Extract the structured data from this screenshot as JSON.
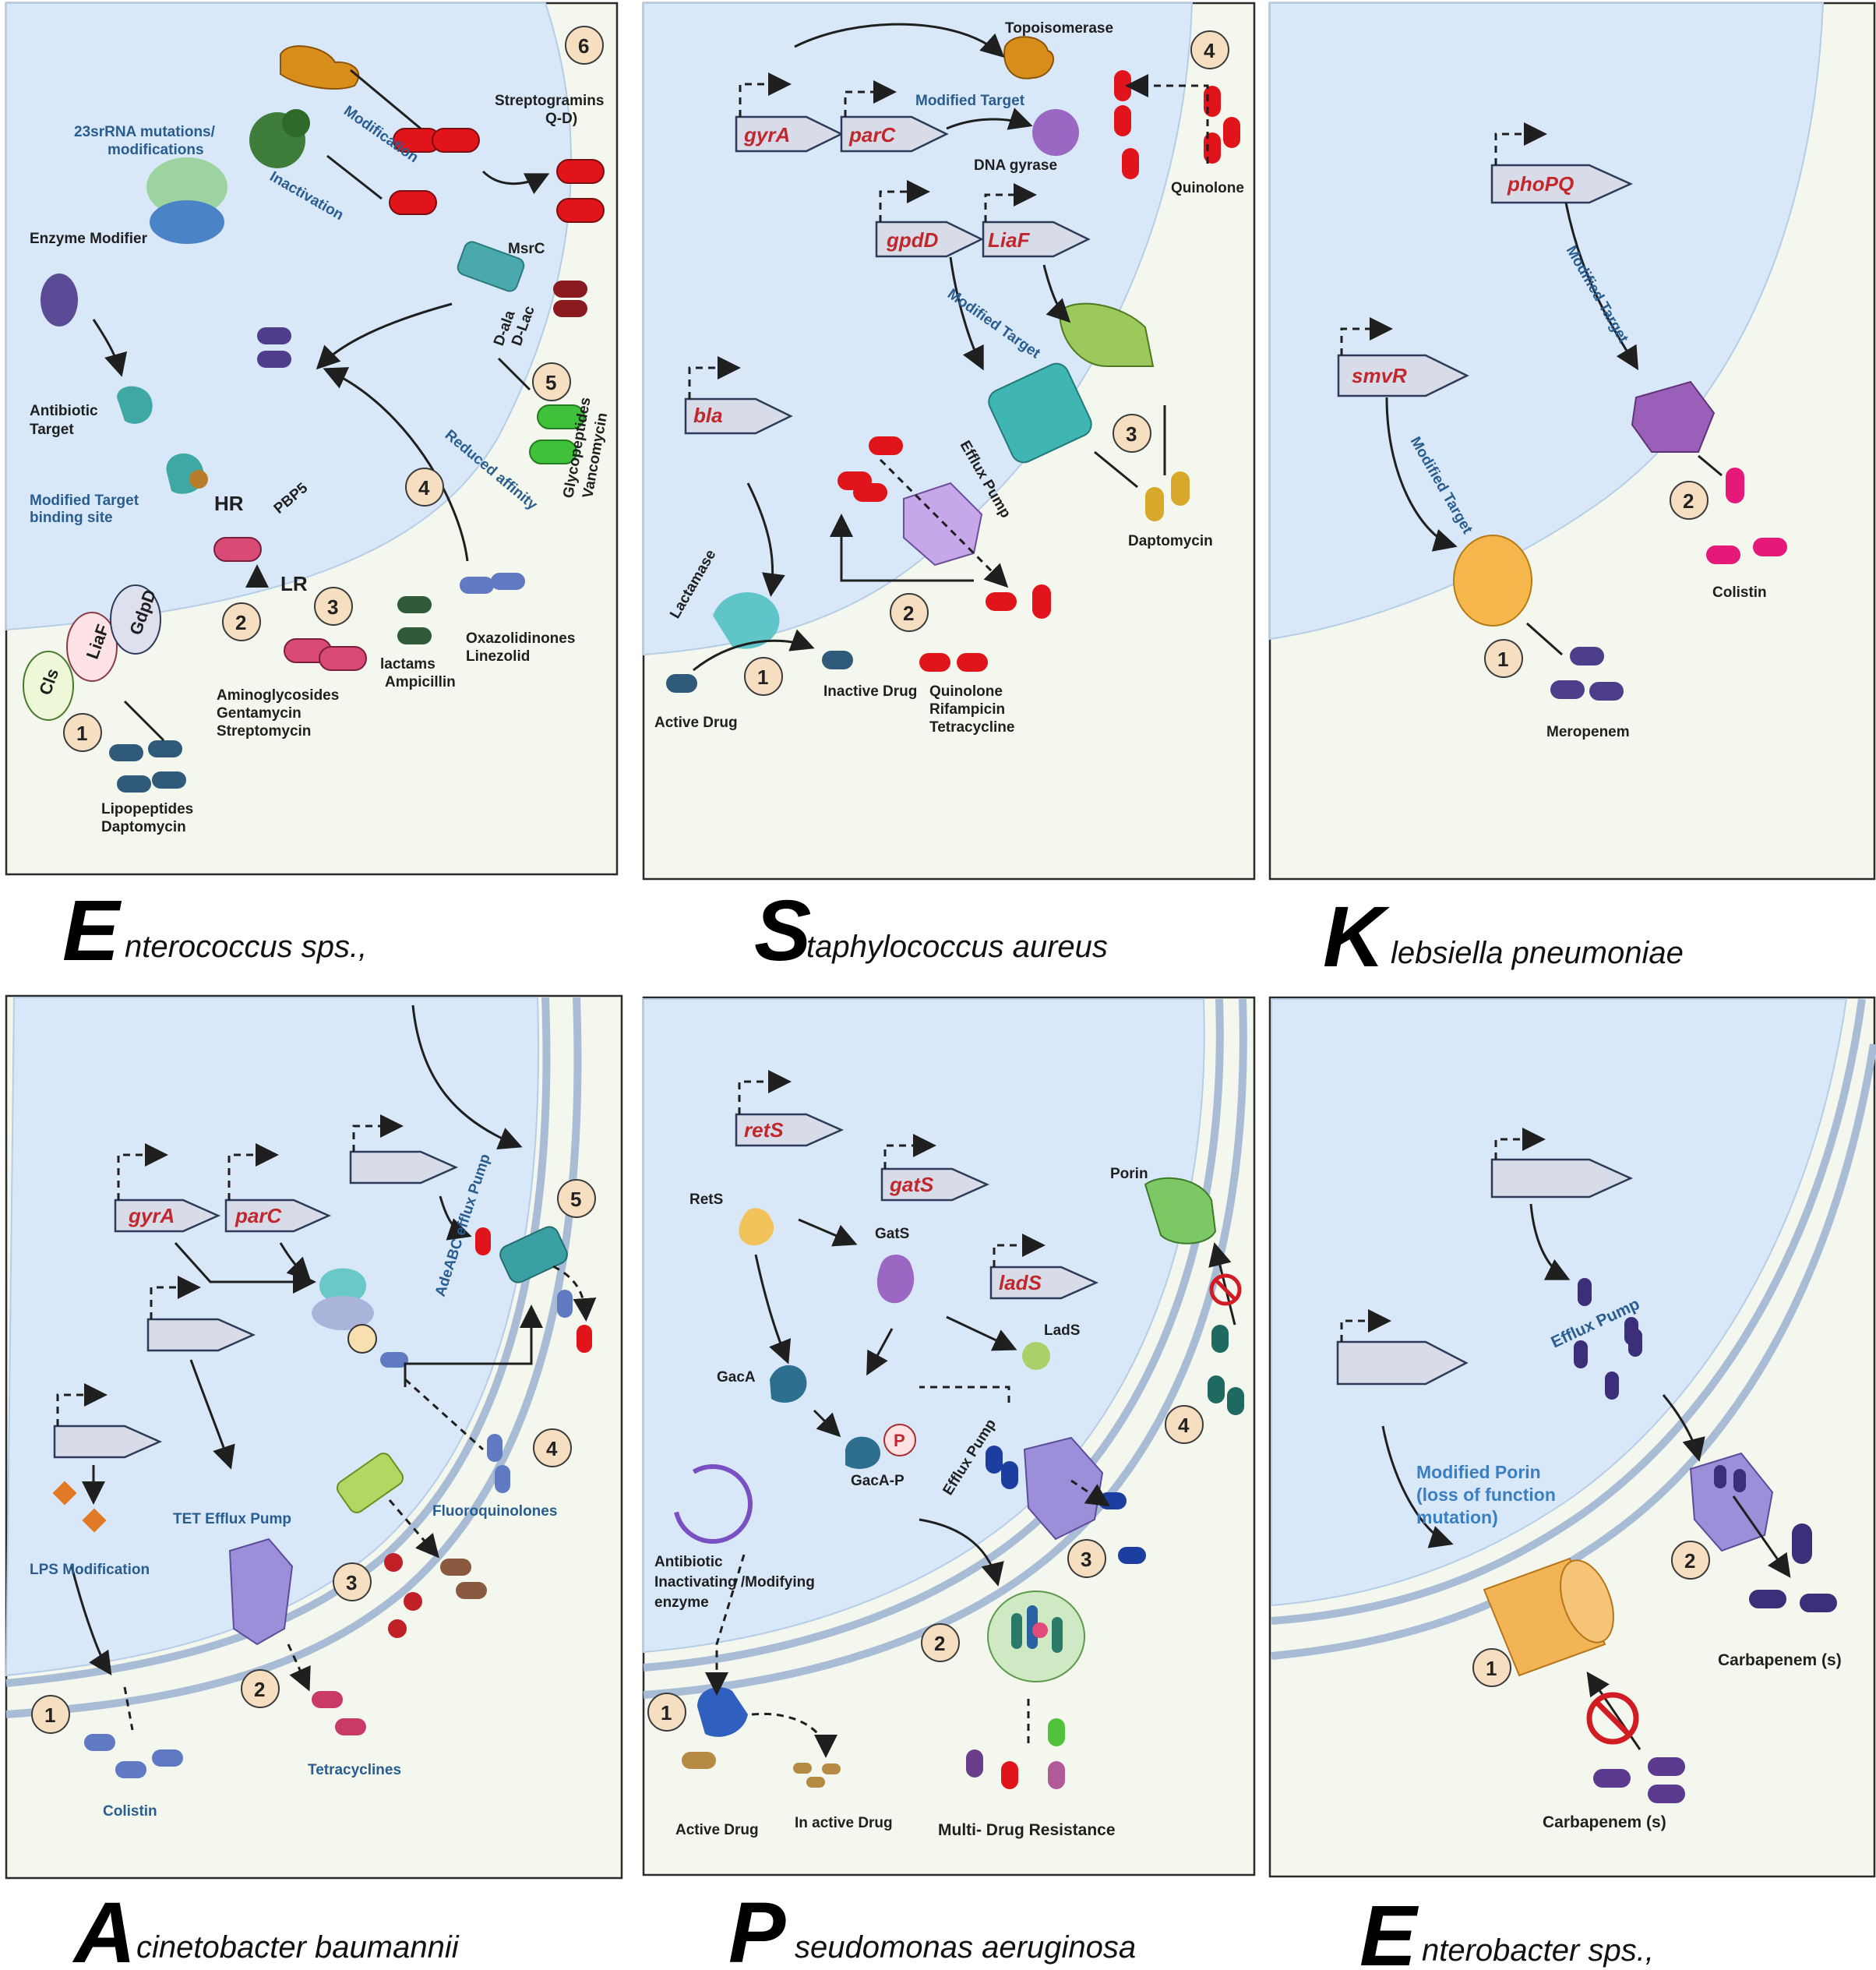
{
  "colors": {
    "cell": "#d9e8f9",
    "outside": "#f4f7ee",
    "gene_text": "#c0282d",
    "blue_text": "#2a5d8f",
    "badge": "#f6dfc1"
  },
  "species": [
    {
      "initial": "E",
      "rest": "nterococcus sps.,"
    },
    {
      "initial": "S",
      "rest": "taphylococcus aureus"
    },
    {
      "initial": "K",
      "rest": "lebsiella pneumoniae"
    },
    {
      "initial": "A",
      "rest": "cinetobacter baumannii"
    },
    {
      "initial": "P",
      "rest": "seudomonas aeruginosa"
    },
    {
      "initial": "E",
      "rest": "nterobacter sps.,"
    }
  ],
  "enterococcus": {
    "modification": "Modification",
    "inactivation": "Inactivation",
    "rrna_1": "23srRNA mutations/",
    "rrna_2": "modifications",
    "enzyme_modifier": "Enzyme Modifier",
    "antibiotic_target_1": "Antibiotic",
    "antibiotic_target_2": "Target",
    "modified_target_1": "Modified Target",
    "modified_target_2": "binding site",
    "hr": "HR",
    "lr": "LR",
    "pbp5": "PBP5",
    "strepto_1": "Streptogramins",
    "strepto_2": "Q-D)",
    "msrc": "MsrC",
    "dala": "D-ala",
    "dlac": "D-Lac",
    "reduced_affinity": "Reduced affinity",
    "glyco_1": "Glycopeptides",
    "glyco_2": "Vancomycin",
    "oxa_1": "Oxazolidinones",
    "oxa_2": "Linezolid",
    "lactams": "lactams",
    "ampicillin": "Ampicillin",
    "amino_1": "Aminoglycosides",
    "amino_2": "Gentamycin",
    "amino_3": "Streptomycin",
    "lipo_1": "Lipopeptides",
    "lipo_2": "Daptomycin",
    "cls": "Cls",
    "liaf": "LiaF",
    "gdpd": "GdpD",
    "badges": [
      "1",
      "2",
      "3",
      "4",
      "5",
      "6"
    ]
  },
  "staph": {
    "topoisomerase": "Topoisomerase",
    "gyra": "gyrA",
    "parc": "parC",
    "modified_target": "Modified Target",
    "dna_gyrase": "DNA gyrase",
    "quinolone": "Quinolone",
    "gpdd": "gpdD",
    "liaf": "LiaF",
    "modified_target_2": "Modified Target",
    "bla": "bla",
    "efflux_pump": "Efflux Pump",
    "daptomycin": "Daptomycin",
    "lactamase": "Lactamase",
    "active_drug": "Active Drug",
    "inactive_drug": "Inactive Drug",
    "drug_1": "Quinolone",
    "drug_2": "Rifampicin",
    "drug_3": "Tetracycline",
    "badges": [
      "1",
      "2",
      "3",
      "4"
    ]
  },
  "kleb": {
    "phopq": "phoPQ",
    "modified_target_1": "Modified Target",
    "smvr": "smvR",
    "modified_target_2": "Modified Target",
    "colistin": "Colistin",
    "meropenem": "Meropenem",
    "badges": [
      "1",
      "2"
    ]
  },
  "acineto": {
    "gyra": "gyrA",
    "parc": "parC",
    "adeabc": "AdeABC efflux Pump",
    "fluoro": "Fluoroquinolones",
    "tet_pump": "TET Efflux Pump",
    "lps": "LPS Modification",
    "tetracyclines": "Tetracyclines",
    "colistin": "Colistin",
    "badges": [
      "1",
      "2",
      "3",
      "4",
      "5"
    ]
  },
  "pseudo": {
    "rets_gene": "retS",
    "gats_gene": "gatS",
    "lads_gene": "ladS",
    "rets": "RetS",
    "gats": "GatS",
    "lads": "LadS",
    "porin": "Porin",
    "gaca": "GacA",
    "gacap": "GacA-P",
    "p": "P",
    "efflux_pump": "Efflux Pump",
    "enzyme_1": "Antibiotic",
    "enzyme_2": "Inactivating /Modifying",
    "enzyme_3": "enzyme",
    "active_drug": "Active Drug",
    "inactive_drug": "In active Drug",
    "mdr": "Multi- Drug Resistance",
    "badges": [
      "1",
      "2",
      "3",
      "4"
    ]
  },
  "enterobacter": {
    "efflux_pump": "Efflux Pump",
    "porin_1": "Modified Porin",
    "porin_2": "(loss of function",
    "porin_3": "mutation)",
    "carbapenem_1": "Carbapenem (s)",
    "carbapenem_2": "Carbapenem (s)",
    "badges": [
      "1",
      "2"
    ]
  }
}
